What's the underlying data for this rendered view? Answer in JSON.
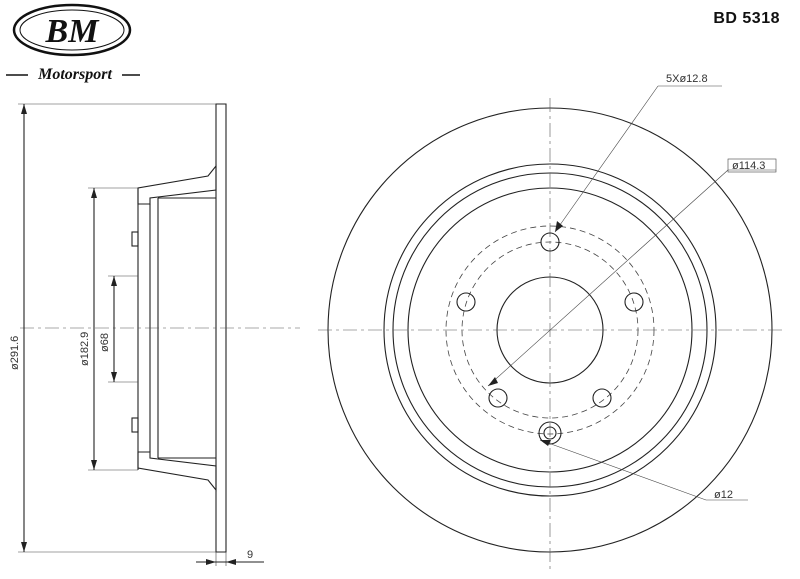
{
  "brand": {
    "logo_text": "BM",
    "subtitle": "Motorsport"
  },
  "part_number": "BD 5318",
  "dimensions": {
    "bolt_holes": "5Xø12.8",
    "pcd": "ø114.3",
    "hole": "ø12",
    "outer_diameter": "ø291.6",
    "hat_diameter": "ø182.9",
    "center_bore": "ø68",
    "thickness": "9"
  }
}
